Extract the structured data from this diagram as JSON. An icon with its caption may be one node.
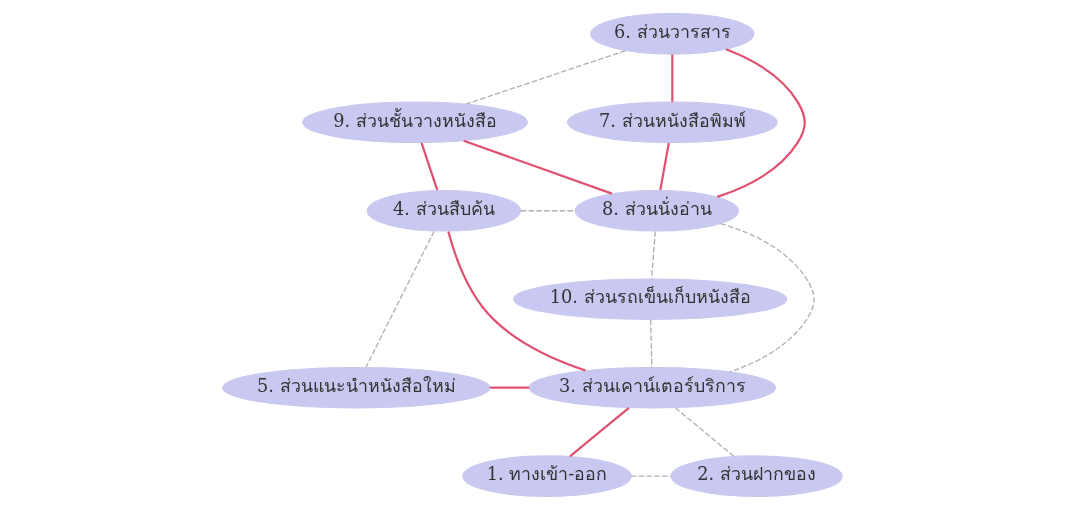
{
  "diagram": {
    "nodes": [
      {
        "text": [
          "6. ส่วนวารสาร"
        ]
      },
      {
        "text": [
          "9. ส่วนชั้นวางหนังสือ"
        ]
      },
      {
        "text": [
          "7. ส่วนหนังสือพิมพ์"
        ]
      },
      {
        "text": [
          "4. ส่วนสืบค้น"
        ]
      },
      {
        "text": [
          "8. ส่วนนั่งอ่าน"
        ]
      },
      {
        "text": [
          "10. ส่วนรถเข็นเก็บหนังสือ"
        ]
      },
      {
        "text": [
          "5. ส่วนแนะนำหนังสือใหม่"
        ]
      },
      {
        "text": [
          "3. ส่วนเคาน์เตอร์บริการ"
        ]
      },
      {
        "text": [
          "1. ทางเข้า-ออก"
        ]
      },
      {
        "text": [
          "2. ส่วนฝากของ"
        ]
      }
    ],
    "edges": [
      {
        "from": 0,
        "to": 1,
        "arrow": "none",
        "style": "dashed",
        "color": "#b0b0b0"
      },
      {
        "from": 0,
        "to": 4,
        "arrow": "none",
        "color": "#e05070"
      },
      {
        "from": 0,
        "to": 2,
        "arrow": "none",
        "color": "#e05070"
      },
      {
        "from": 1,
        "to": 3,
        "arrow": "none",
        "color": "#e05070"
      },
      {
        "from": 1,
        "to": 4,
        "arrow": "none",
        "color": "#e05070"
      },
      {
        "from": 2,
        "to": 4,
        "arrow": "none",
        "color": "#e05070"
      },
      {
        "from": 3,
        "to": 4,
        "arrow": "none",
        "style": "dashed",
        "color": "#b0b0b0"
      },
      {
        "from": 4,
        "to": 5,
        "arrow": "none",
        "style": "dashed",
        "color": "#b0b0b0"
      },
      {
        "from": 3,
        "to": 6,
        "arrow": "none",
        "style": "dashed",
        "color": "#b0b0b0"
      },
      {
        "from": 3,
        "to": 7,
        "arrow": "none",
        "color": "#e05070"
      },
      {
        "from": 4,
        "to": 7,
        "arrow": "none",
        "style": "dashed",
        "color": "#b0b0b0"
      },
      {
        "from": 5,
        "to": 7,
        "arrow": "none",
        "style": "dashed",
        "color": "#b0b0b0"
      },
      {
        "from": 6,
        "to": 7,
        "arrow": "none",
        "color": "#e05070"
      },
      {
        "from": 7,
        "to": 8,
        "arrow": "none",
        "color": "#e05070"
      },
      {
        "from": 7,
        "to": 9,
        "arrow": "none",
        "style": "dashed",
        "color": "#b0b0b0"
      },
      {
        "from": 8,
        "to": 9,
        "arrow": "none",
        "style": "dashed",
        "color": "#b0b0b0"
      }
    ]
  }
}
